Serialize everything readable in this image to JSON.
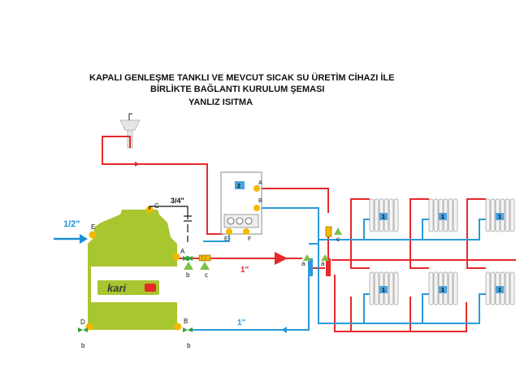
{
  "title": {
    "line1": "KAPALI GENLEŞME TANKLI VE MEVCUT SICAK SU ÜRETİM CİHAZI İLE",
    "line2": "BİRLİKTE BAĞLANTI KURULUM ŞEMASI",
    "line3": "YANLIZ ISITMA"
  },
  "colors": {
    "supply_pipe": "#e8282a",
    "return_pipe": "#2b9ad8",
    "boiler_body": "#a8c630",
    "port": "#f5b800",
    "valve": "#2ea13a",
    "arrow_blue": "#1a8fd6"
  },
  "boiler": {
    "brand": "kari",
    "ports": [
      "A",
      "B",
      "C",
      "D",
      "E"
    ]
  },
  "inlet": {
    "size_label": "1/2\""
  },
  "vent": {
    "size_label": "3/4\""
  },
  "pipe_labels": {
    "supply": "1\"",
    "return": "1\""
  },
  "combi": {
    "badge": "2",
    "ports": [
      "A",
      "B",
      "E",
      "F"
    ]
  },
  "component_labels": {
    "a": "a",
    "b": "b",
    "c": "c"
  },
  "radiator": {
    "badge": "1"
  }
}
